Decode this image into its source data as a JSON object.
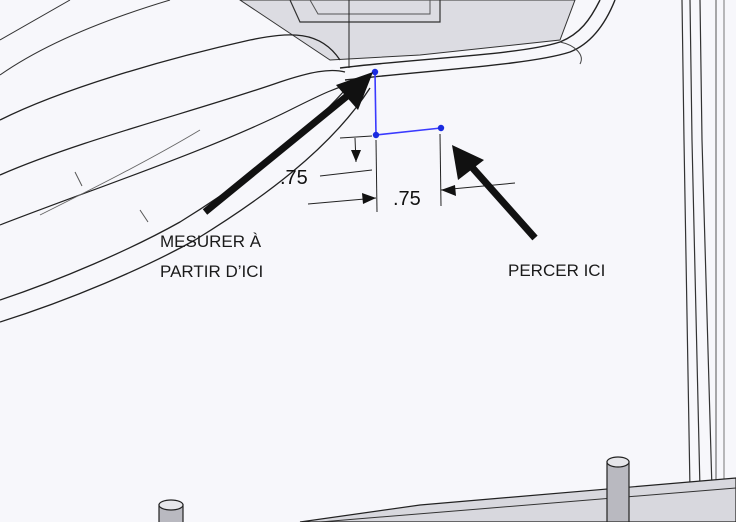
{
  "annotations": {
    "measure_from_line1": "MESURER À",
    "measure_from_line2": "PARTIR D’ICI",
    "drill_here": "PERCER ICI"
  },
  "dimensions": {
    "vertical_offset": ".75",
    "horizontal_offset": ".75"
  },
  "colors": {
    "background": "#f7f7fb",
    "edge": "#1f1f1f",
    "surface_shadow": "#dcdce2",
    "sketch_line": "#3a3aff",
    "sketch_point": "#1a2be0",
    "arrow": "#111111"
  }
}
